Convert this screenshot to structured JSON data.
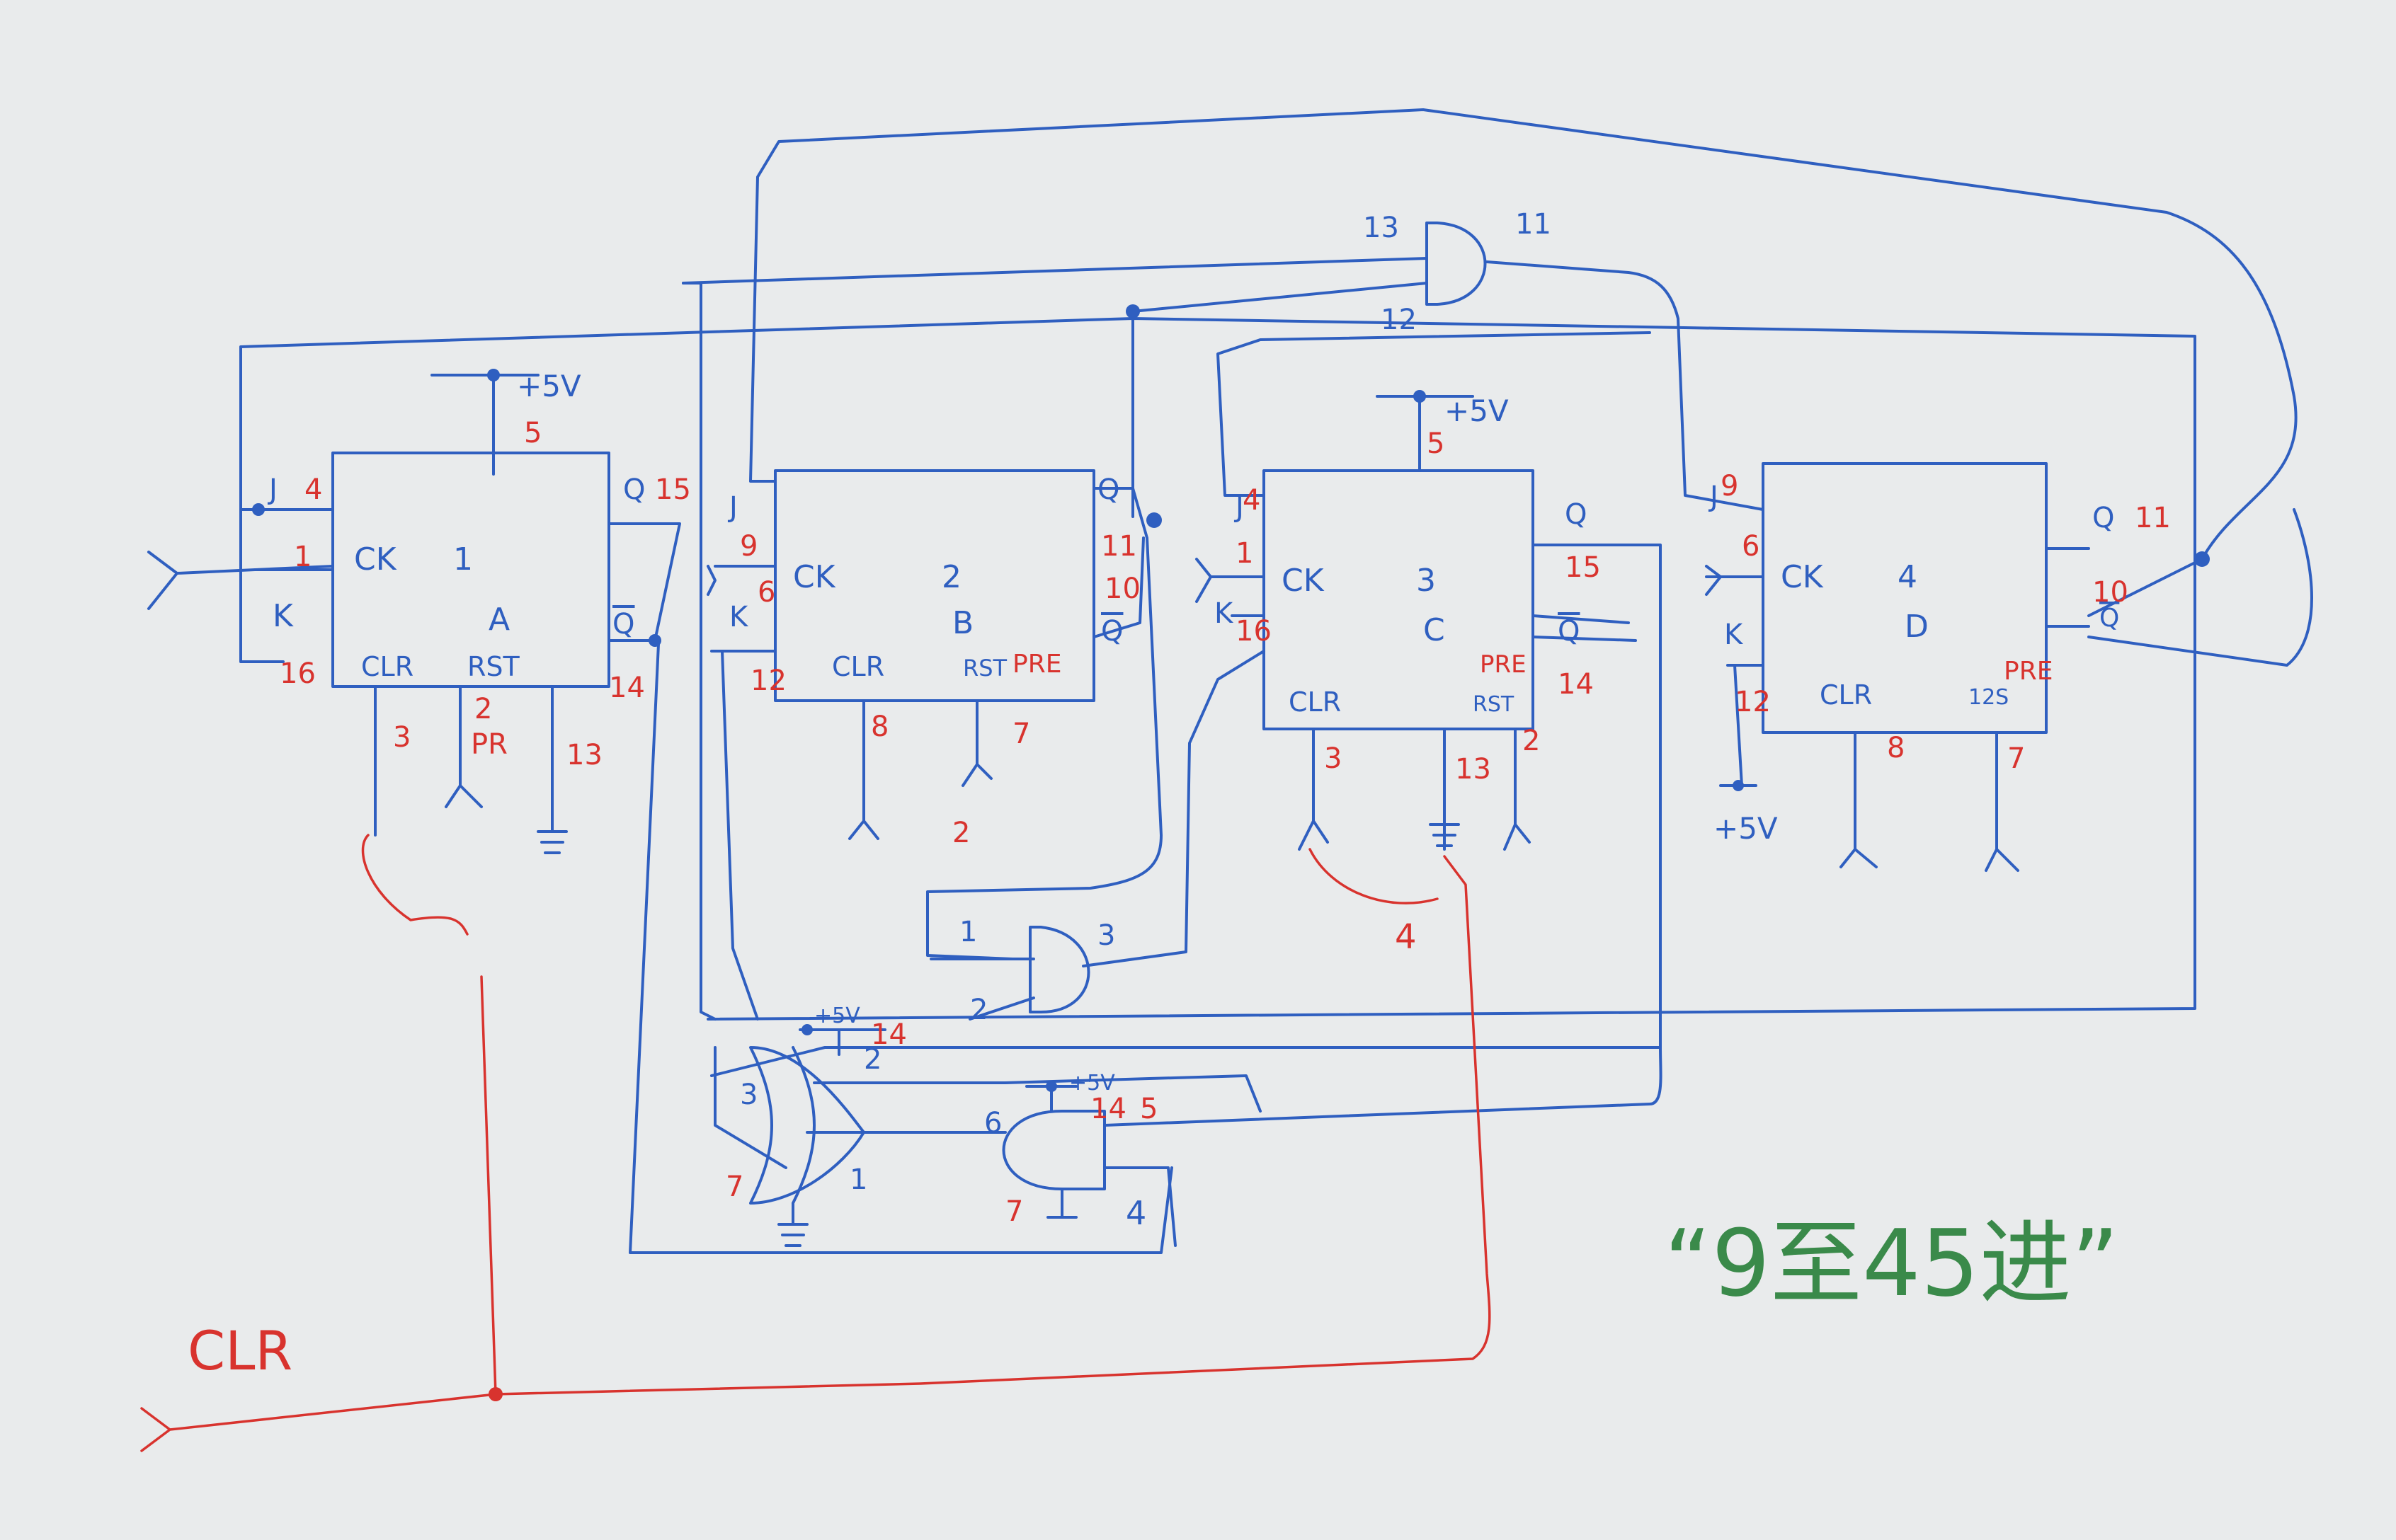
{
  "colors": {
    "paper": "#e9ebec",
    "wire_blue": "#2f5fc0",
    "ink_red": "#d8332e",
    "ink_green": "#3a8a4a"
  },
  "supply": {
    "a": "+5V",
    "c": "+5V",
    "d": "+5V",
    "xor": "+5V",
    "and": "+5V"
  },
  "flipflops": [
    {
      "number": "1",
      "name": "A",
      "j": "J",
      "k": "K",
      "ck": "CK",
      "clr": "CLR",
      "rst": "RST",
      "q": "Q",
      "qbar": "Q",
      "pins": {
        "vcc": "5",
        "q": "15",
        "qbar": "14",
        "ck": "1",
        "j": "4",
        "k": "16",
        "clr": "3",
        "pr": "2",
        "pr_label": "PR",
        "gnd": "13"
      }
    },
    {
      "number": "2",
      "name": "B",
      "j": "J",
      "k": "K",
      "ck": "CK",
      "clr": "CLR",
      "rst": "RST",
      "pre": "PRE",
      "q": "Q",
      "qbar": "Q",
      "pins": {
        "j": "9",
        "ck": "6",
        "k": "12",
        "q": "11",
        "qbar": "10",
        "clr": "8",
        "pr": "7",
        "pr_extra": "2"
      }
    },
    {
      "number": "3",
      "name": "C",
      "j": "J",
      "k": "K",
      "ck": "CK",
      "clr": "CLR",
      "rst": "RST",
      "pre": "PRE",
      "q": "Q",
      "qbar": "Q",
      "pins": {
        "vcc": "5",
        "j": "4",
        "ck": "1",
        "k": "16",
        "q": "15",
        "qbar": "14",
        "clr": "3",
        "gnd": "13",
        "pr": "2",
        "extra": "4"
      }
    },
    {
      "number": "4",
      "name": "D",
      "j": "J",
      "k": "K",
      "ck": "CK",
      "clr": "CLR",
      "rst": "12S",
      "pre": "PRE",
      "q": "Q",
      "qbar": "Q",
      "pins": {
        "j": "9",
        "ck": "6",
        "k": "12",
        "q": "11",
        "qbar": "10",
        "clr": "8",
        "pr": "7"
      }
    }
  ],
  "gates": {
    "and_top": {
      "in1": "13",
      "in2": "12",
      "out": "11"
    },
    "and_mid": {
      "in1": "1",
      "in2": "2",
      "out": "3"
    },
    "xor_bottom": {
      "in1": "2",
      "in2": "1",
      "out": "3",
      "vcc": "14",
      "gnd": "7"
    },
    "and_bottom": {
      "in1": "4",
      "in2": "5",
      "out": "6",
      "vcc": "14",
      "gnd": "7"
    }
  },
  "clr_label": "CLR",
  "note": "“9至45进”"
}
